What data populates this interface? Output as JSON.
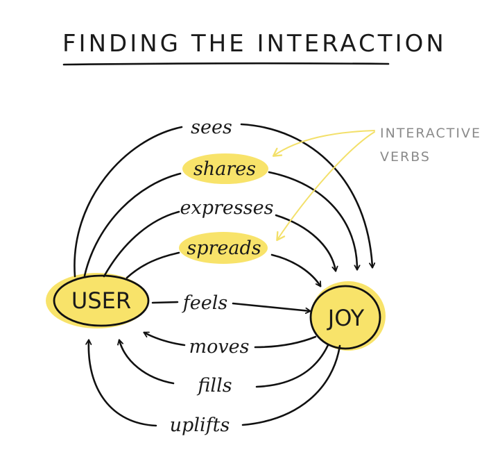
{
  "title": "FINDING THE INTERACTION",
  "nodes": {
    "user": "USER",
    "joy": "JOY"
  },
  "verbs": {
    "sees": "sees",
    "shares": "shares",
    "expresses": "expresses",
    "spreads": "spreads",
    "feels": "feels",
    "moves": "moves",
    "fills": "fills",
    "uplifts": "uplifts"
  },
  "note": {
    "line1": "INTERACTIVE",
    "line2": "VERBS"
  },
  "highlighted_verbs": [
    "shares",
    "spreads"
  ],
  "colors": {
    "highlight": "#f8e36a",
    "ink": "#1a1a1a",
    "note": "#8a8a8a",
    "pointer": "#f3e06a"
  }
}
